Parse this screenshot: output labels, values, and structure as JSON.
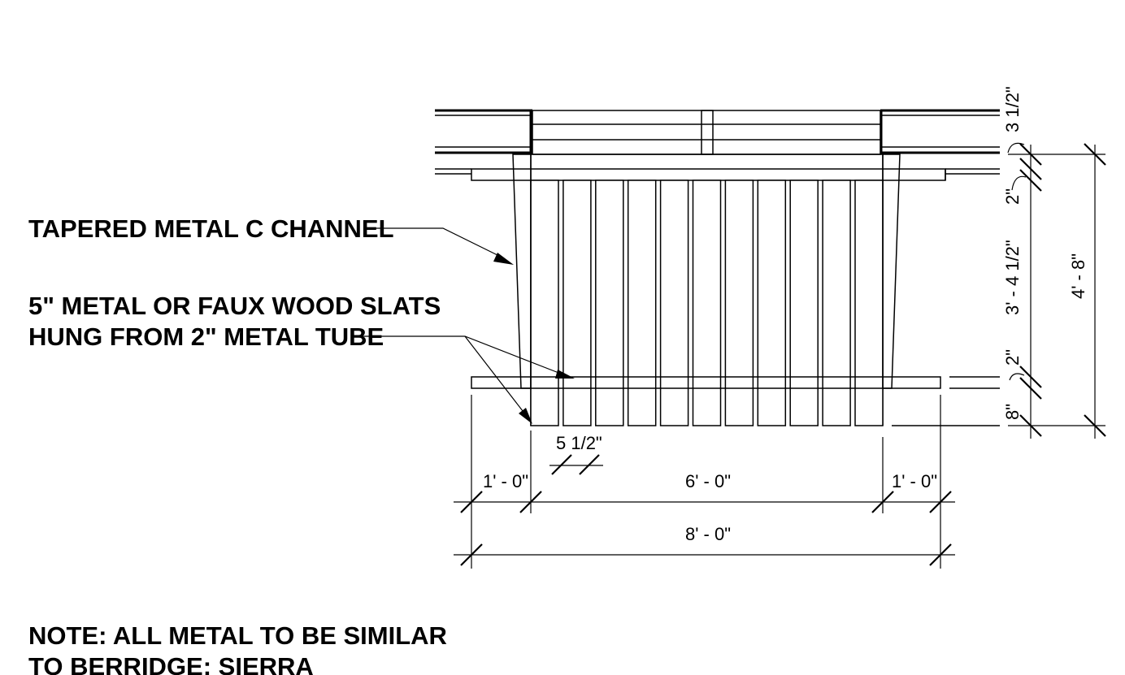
{
  "labels": {
    "channel": "TAPERED METAL C CHANNEL",
    "slats_line1": "5\" METAL OR FAUX WOOD SLATS",
    "slats_line2": "HUNG FROM 2\" METAL TUBE",
    "note_line1": "NOTE: ALL METAL TO BE SIMILAR",
    "note_line2": "TO BERRIDGE: SIERRA"
  },
  "dimensions": {
    "slat_width": "5 1/2\"",
    "left_overhang": "1' - 0\"",
    "center_span": "6' - 0\"",
    "right_overhang": "1' - 0\"",
    "overall_width": "8' - 0\"",
    "top_member": "3 1/2\"",
    "upper_tube": "2\"",
    "slat_height": "3' - 4 1/2\"",
    "lower_tube": "2\"",
    "bottom_extension": "8\"",
    "overall_height": "4' - 8\""
  },
  "drawing": {
    "slat_count": 11
  }
}
